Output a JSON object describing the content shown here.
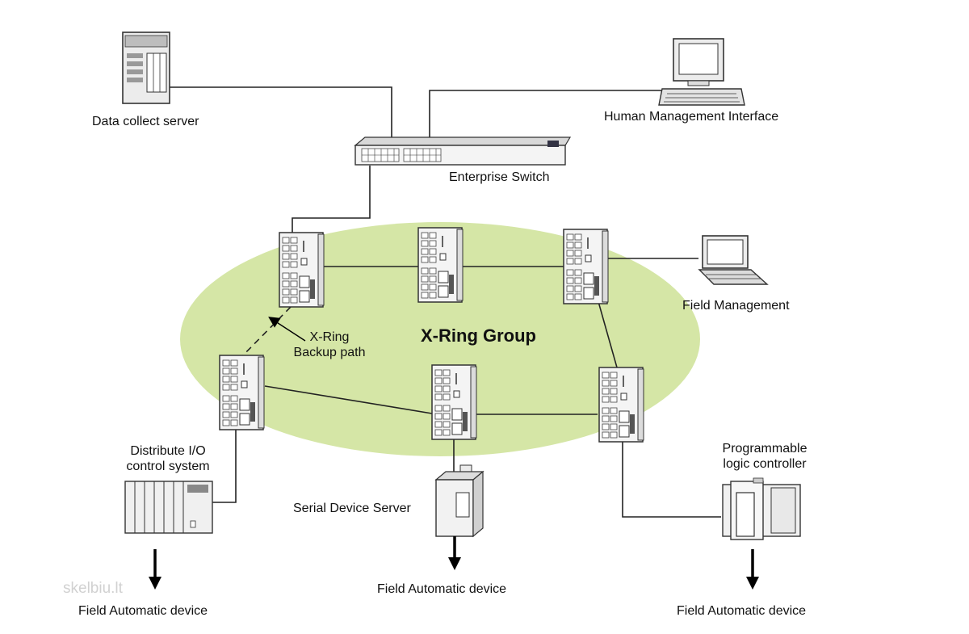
{
  "labels": {
    "data_collect_server": "Data collect server",
    "human_management_interface": "Human Management Interface",
    "enterprise_switch": "Enterprise Switch",
    "field_management": "Field Management",
    "xring_group": "X-Ring Group",
    "xring_backup_line1": "X-Ring",
    "xring_backup_line2": "Backup path",
    "distribute_io_line1": "Distribute I/O",
    "distribute_io_line2": "control system",
    "serial_device_server": "Serial Device Server",
    "plc_line1": "Programmable",
    "plc_line2": "logic controller",
    "field_device_left": "Field Automatic device",
    "field_device_center": "Field Automatic device",
    "field_device_right": "Field Automatic device",
    "watermark": "skelbiu.lt"
  },
  "colors": {
    "ring_fill": "#d5e6a6",
    "line": "#222222",
    "device_fill": "#f2f2f2",
    "device_stroke": "#333333"
  }
}
